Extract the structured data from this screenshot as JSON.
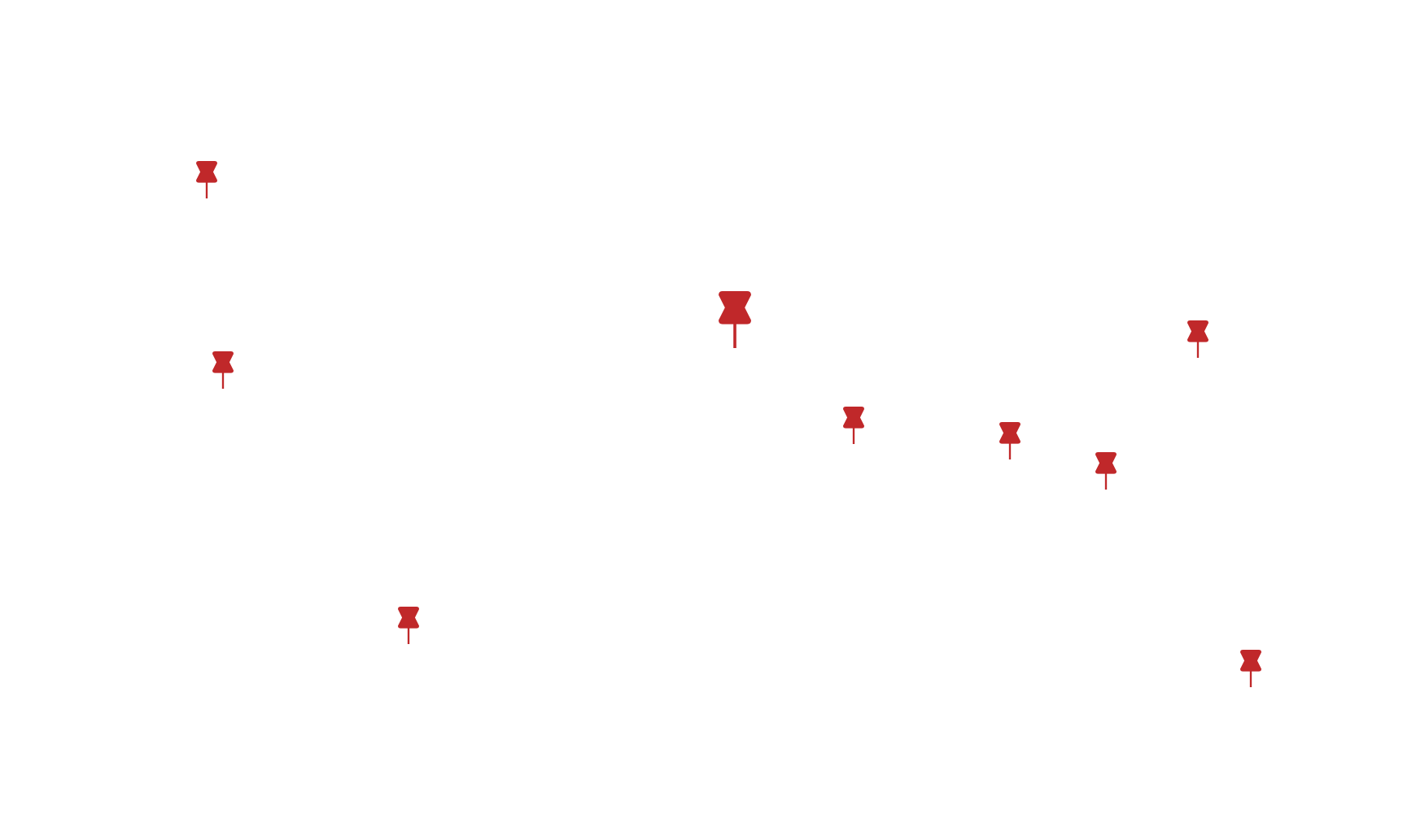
{
  "map": {
    "background_color": "#ffffff",
    "pin_color": "#c0282a",
    "pin_icon": "pushpin-icon",
    "pins": [
      {
        "id": "pin-1",
        "icon": "pushpin-icon",
        "highlighted": false
      },
      {
        "id": "pin-2",
        "icon": "pushpin-icon",
        "highlighted": false
      },
      {
        "id": "pin-3",
        "icon": "pushpin-icon",
        "highlighted": true
      },
      {
        "id": "pin-4",
        "icon": "pushpin-icon",
        "highlighted": false
      },
      {
        "id": "pin-5",
        "icon": "pushpin-icon",
        "highlighted": false
      },
      {
        "id": "pin-6",
        "icon": "pushpin-icon",
        "highlighted": false
      },
      {
        "id": "pin-7",
        "icon": "pushpin-icon",
        "highlighted": false
      },
      {
        "id": "pin-8",
        "icon": "pushpin-icon",
        "highlighted": false
      },
      {
        "id": "pin-9",
        "icon": "pushpin-icon",
        "highlighted": false
      }
    ]
  }
}
